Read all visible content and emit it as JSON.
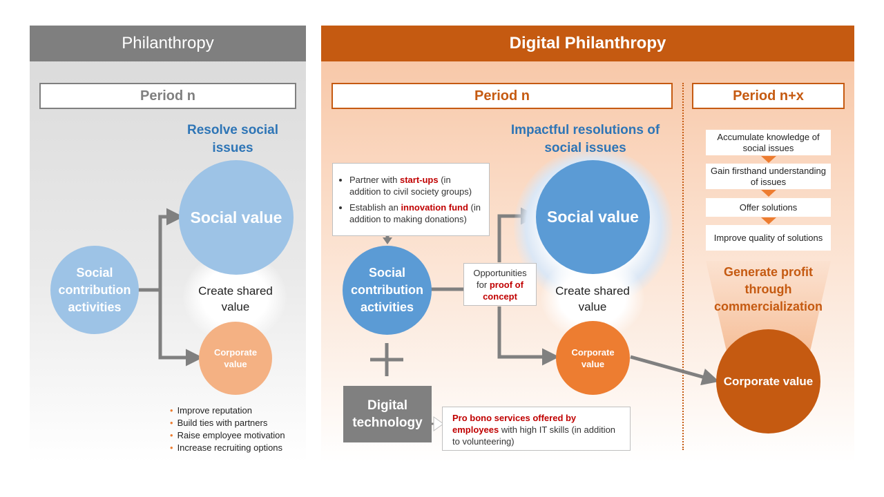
{
  "left": {
    "title": "Philanthropy",
    "period": "Period n",
    "heading": "Resolve social issues",
    "social_value": "Social value",
    "csv": "Create shared value",
    "corporate_value": "Corporate value",
    "activities": "Social contribution activities",
    "benefits": [
      "Improve reputation",
      "Build ties with partners",
      "Raise employee motivation",
      "Increase recruiting options"
    ]
  },
  "right": {
    "title": "Digital Philanthropy",
    "period_n": "Period n",
    "period_nx": "Period n+x",
    "heading": "Impactful resolutions of social issues",
    "social_value": "Social value",
    "csv": "Create shared value",
    "corporate_value": "Corporate value",
    "activities": "Social contribution activities",
    "digital": "Digital technology",
    "plus": "+",
    "callout_top": {
      "item1_pre": "Partner with ",
      "item1_hl": "start-ups",
      "item1_post": " (in addition to civil society groups)",
      "item2_pre": "Establish an ",
      "item2_hl": "innovation fund",
      "item2_post": " (in addition to making donations)"
    },
    "poc": {
      "pre": "Opportunities for ",
      "hl": "proof of concept"
    },
    "probono": {
      "hl": "Pro bono services offered by employees",
      "post": " with high IT skills (in addition to volunteering)"
    },
    "steps": [
      "Accumulate knowledge of social issues",
      "Gain firsthand understanding of issues",
      "Offer solutions",
      "Improve quality of solutions"
    ],
    "profit": "Generate profit through commercialization",
    "final_corporate_value": "Corporate value"
  },
  "colors": {
    "gray": "#7f7f7f",
    "orange_dark": "#c55a11",
    "orange": "#ed7d31",
    "blue": "#5b9bd5",
    "blue_light": "#9dc3e6",
    "peach": "#f4b183",
    "red": "#c00000"
  }
}
